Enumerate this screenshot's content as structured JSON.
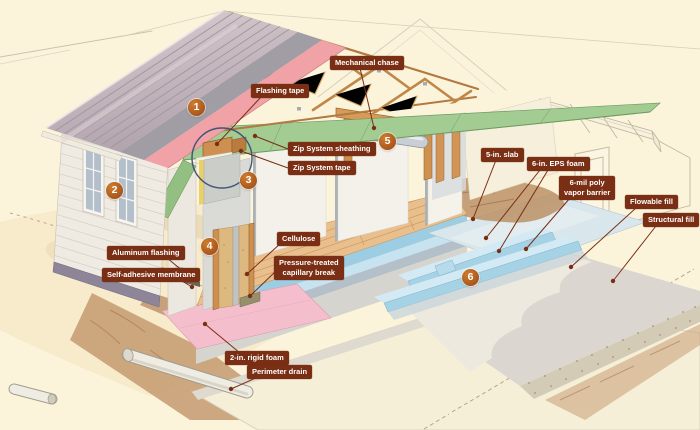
{
  "diagram": {
    "background_color": "#FBF4DB",
    "callout_bg_color": "#7A2E14",
    "callout_text_color": "#FFFFFF",
    "marker_color": "#B35C1C",
    "detail_ring_color": "#41547B",
    "leader_color": "#7A2E14",
    "callouts": [
      {
        "id": "flashing-tape",
        "text": "Flashing tape"
      },
      {
        "id": "mechanical-chase",
        "text": "Mechanical chase"
      },
      {
        "id": "zip-system-sheathing",
        "text": "Zip System sheathing"
      },
      {
        "id": "zip-system-tape",
        "text": "Zip System tape"
      },
      {
        "id": "five-in-slab",
        "text": "5-in. slab"
      },
      {
        "id": "six-in-eps-foam",
        "text": "6-in. EPS foam"
      },
      {
        "id": "six-mil-poly-vapor-barrier",
        "text": "6-mil poly\nvapor barrier"
      },
      {
        "id": "flowable-fill",
        "text": "Flowable fill"
      },
      {
        "id": "structural-fill",
        "text": "Structural fill"
      },
      {
        "id": "aluminum-flashing",
        "text": "Aluminum flashing"
      },
      {
        "id": "self-adhesive-membrane",
        "text": "Self-adhesive membrane"
      },
      {
        "id": "cellulose",
        "text": "Cellulose"
      },
      {
        "id": "pressure-treated-capillary-break",
        "text": "Pressure-treated\ncapillary break"
      },
      {
        "id": "two-in-rigid-foam",
        "text": "2-in. rigid foam"
      },
      {
        "id": "perimeter-drain",
        "text": "Perimeter drain"
      }
    ],
    "markers": [
      "1",
      "2",
      "3",
      "4",
      "5",
      "6"
    ]
  }
}
